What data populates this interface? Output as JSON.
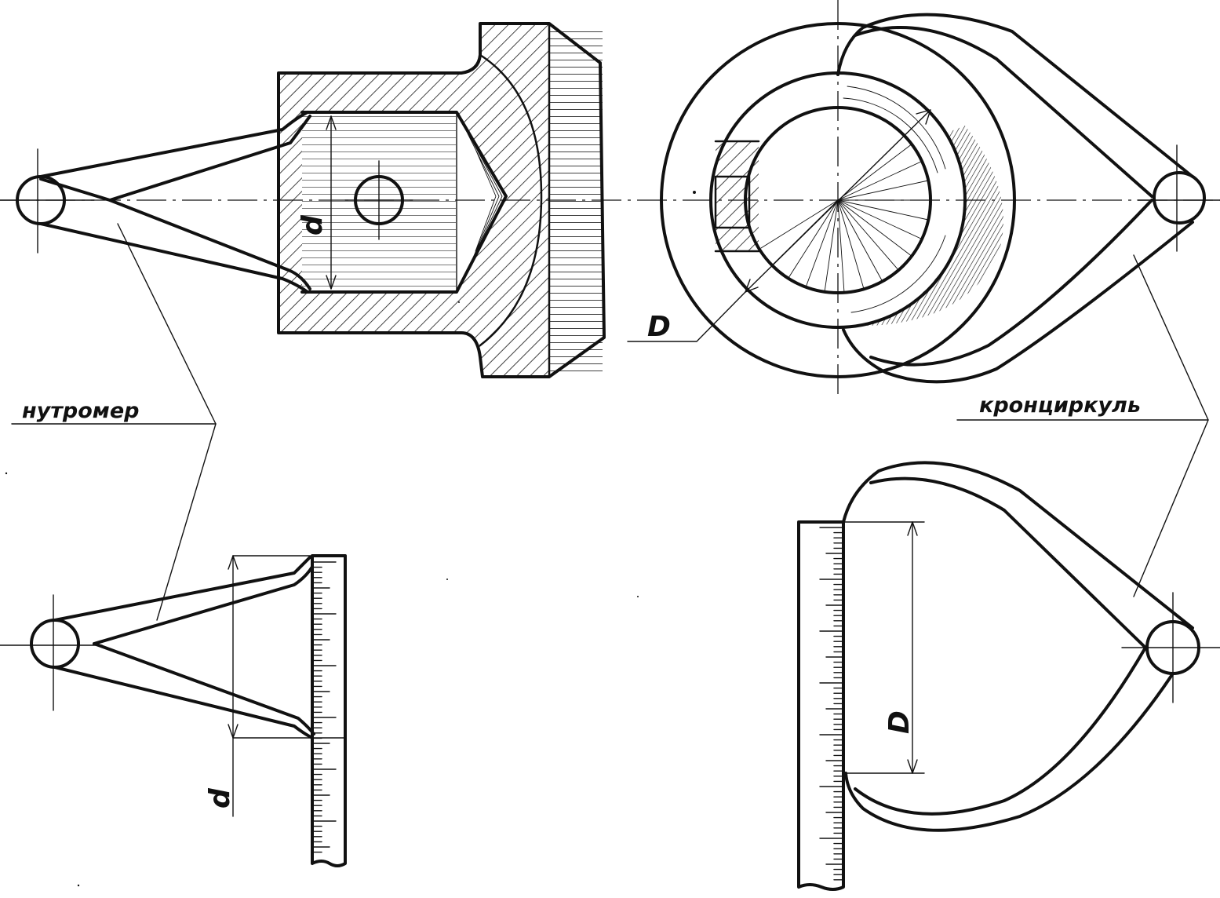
{
  "labels": {
    "inner_gauge": "нутромер",
    "outer_caliper": "кронциркуль",
    "dim_small_top": "d",
    "dim_small_bottom": "d",
    "dim_large_top": "D",
    "dim_large_bottom": "D"
  }
}
